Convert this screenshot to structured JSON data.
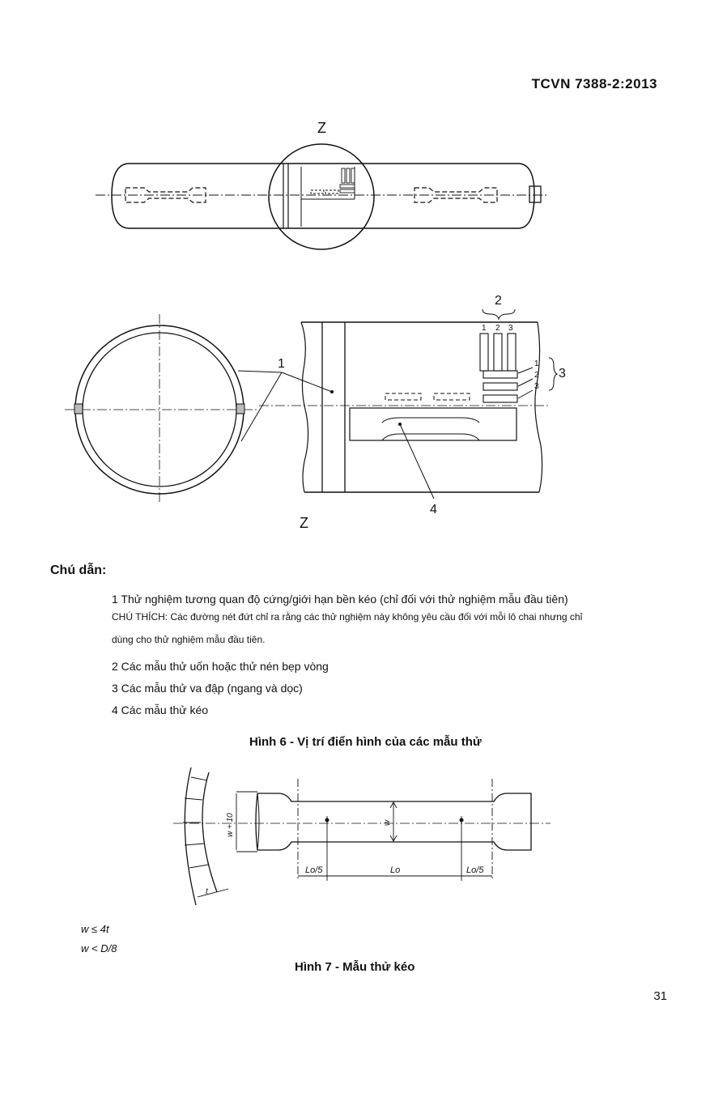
{
  "header": {
    "doc_code": "TCVN 7388-2:2013"
  },
  "figure6": {
    "labels": {
      "z_top": "Z",
      "z_bottom": "Z",
      "callout_1": "1",
      "callout_2": "2",
      "callout_3": "3",
      "callout_4": "4",
      "col_1": "1",
      "col_2": "2",
      "col_3": "3",
      "row_1": "1",
      "row_2": "2",
      "row_3": "3"
    },
    "caption": "Hình 6  -  Vị trí điển hình của các mẫu thử"
  },
  "legend": {
    "title": "Chú dẫn:",
    "item1": "1   Thử nghiệm tương quan độ cứng/giới hạn bền kéo (chỉ đối với thử nghiệm mẫu đầu tiên)",
    "note_line1": "CHÚ THÍCH: Các đường nét đứt chỉ ra rằng các thử nghiệm này không yêu cầu đối với mỗi lô chai nhưng chỉ",
    "note_line2": "dùng cho thử nghiệm mẫu đầu tiên.",
    "item2": "2   Các mẫu thử uốn hoặc thử nén bẹp vòng",
    "item3": "3   Các mẫu thử va đập (ngang và dọc)",
    "item4": "4   Các mẫu thử  kéo"
  },
  "figure7": {
    "labels": {
      "w_plus_10": "w + 10",
      "w": "w",
      "lo5_left": "Lo/5",
      "lo": "Lo",
      "lo5_right": "Lo/5",
      "t": "t"
    },
    "formula1": "w ≤ 4t",
    "formula2": "w < D/8",
    "caption": "Hình 7 -  Mẫu thử kéo"
  },
  "page_number": "31"
}
